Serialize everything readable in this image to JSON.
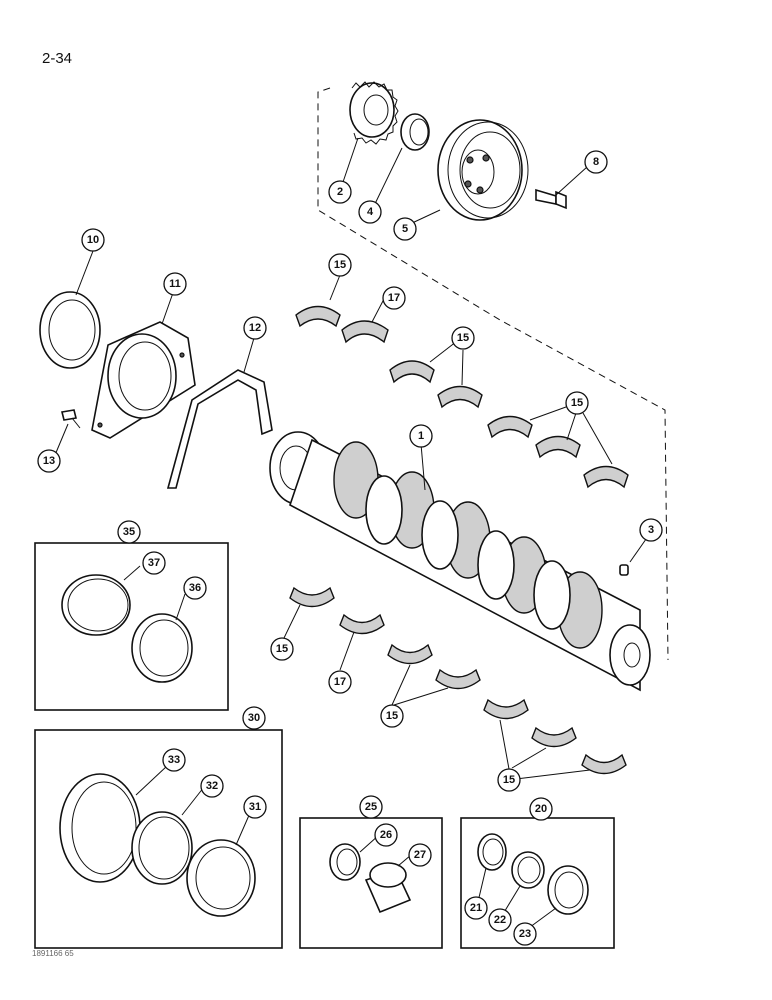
{
  "page_number": "2-34",
  "footer_code": "1891166 65",
  "callouts": {
    "c1": "1",
    "c2": "2",
    "c3": "3",
    "c4": "4",
    "c5": "5",
    "c8": "8",
    "c10": "10",
    "c11": "11",
    "c12": "12",
    "c13": "13",
    "c15a": "15",
    "c15b": "15",
    "c15c": "15",
    "c15d": "15",
    "c15e": "15",
    "c15f": "15",
    "c17a": "17",
    "c17b": "17",
    "c20": "20",
    "c21": "21",
    "c22": "22",
    "c23": "23",
    "c25": "25",
    "c26": "26",
    "c27": "27",
    "c30": "30",
    "c31": "31",
    "c32": "32",
    "c33": "33",
    "c35": "35",
    "c36": "36",
    "c37": "37"
  }
}
